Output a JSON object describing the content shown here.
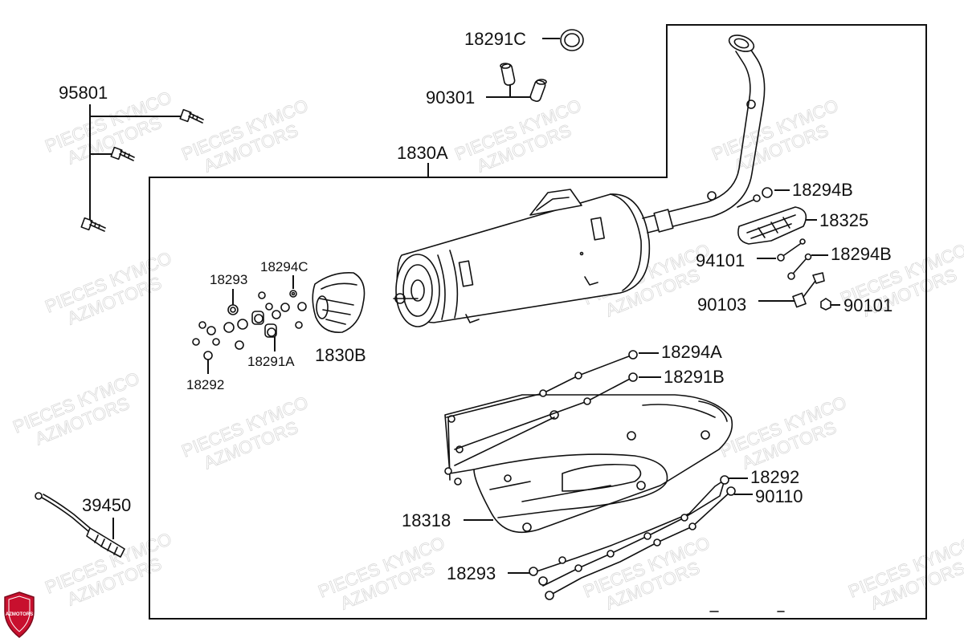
{
  "diagram": {
    "labels": {
      "p18291C": "18291C",
      "p90301": "90301",
      "p95801": "95801",
      "p1830A": "1830A",
      "p18294B_1": "18294B",
      "p18325": "18325",
      "p94101": "94101",
      "p18294B_2": "18294B",
      "p90103": "90103",
      "p90101": "90101",
      "p18293_top": "18293",
      "p18294C": "18294C",
      "p18291A": "18291A",
      "p1830B": "1830B",
      "p18292_left": "18292",
      "p18294A": "18294A",
      "p18291B": "18291B",
      "p18292_right": "18292",
      "p90110": "90110",
      "p18318": "18318",
      "p18293_bottom": "18293",
      "p39450": "39450"
    },
    "watermark": {
      "line1": "PIECES KYMCO",
      "line2": "AZMOTORS"
    },
    "logo": {
      "text": "AZMOTORS",
      "color": "#c8102e"
    }
  }
}
